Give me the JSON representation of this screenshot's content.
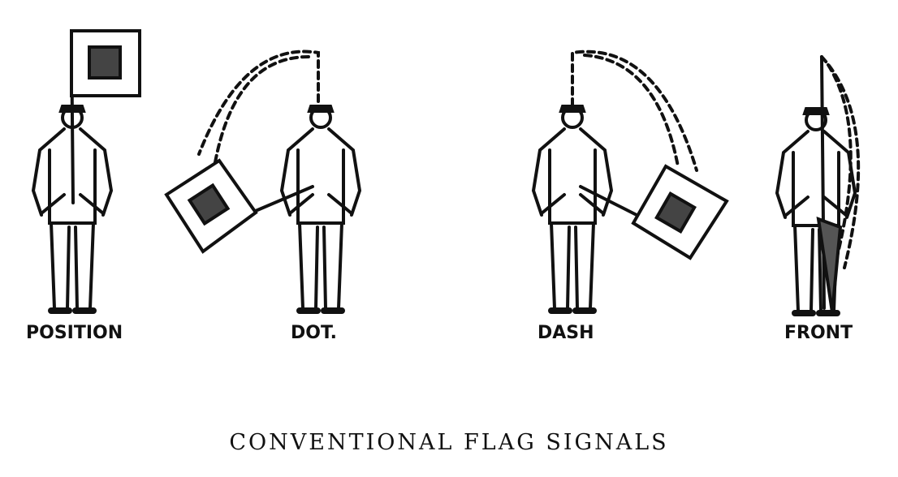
{
  "labels": {
    "position": "POSITION",
    "dot": "DOT.",
    "dash": "DASH",
    "front": "FRONT"
  },
  "caption": "CONVENTIONAL FLAG SIGNALS",
  "colors": {
    "ink": "#111111",
    "paper": "#ffffff"
  }
}
